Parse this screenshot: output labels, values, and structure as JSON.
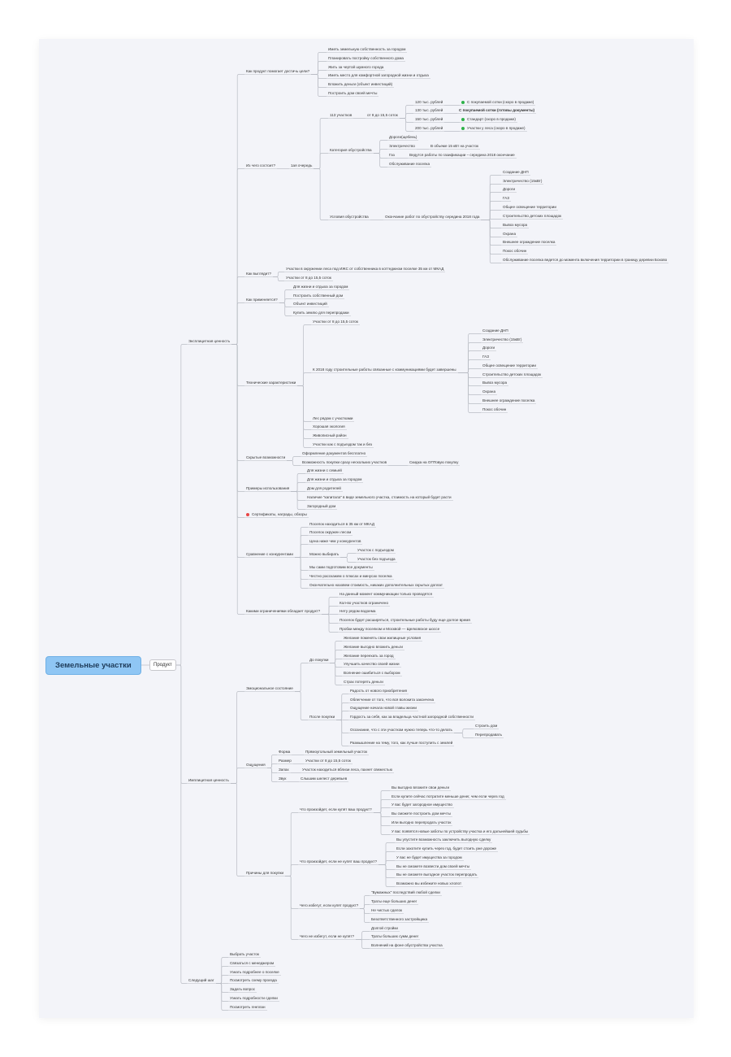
{
  "colors": {
    "background": "#f3f4f9",
    "root_fill": "#8fc6f4",
    "line": "#b9bcc4",
    "green_marker": "#2fb24a",
    "red_marker": "#e84545"
  },
  "root": "Земельные участки",
  "product": "Продукт",
  "n": {
    "b1": "Эксплицитная ценность",
    "b1_1": "Как продукт помогает достичь цели?",
    "b1_1_1": "Иметь земельную собственность за городом",
    "b1_1_2": "Планировать постройку собственного дома",
    "b1_1_3": "Жить за чертой шумного города",
    "b1_1_4": "Иметь место для комфортной загородной жизни и отдыха",
    "b1_1_5": "Вложить деньги (объект инвестиций)",
    "b1_1_6": "Построить дом своей мечты",
    "b1_2": "Из чего состоит?",
    "b1_2_1": "1ая очередь",
    "b1_2_1_1": "113 участков",
    "b1_2_1_1a": "от 8 до 15,5 соток",
    "p120": "120 тыс. рублей",
    "p120d": "С покупаемой сотки (скоро в продаже)",
    "p130": "130 тыс. рублей",
    "p130d": "С покупаемой сотки (готовы документы)",
    "p150": "150 тыс. рублей",
    "p150d": "Стандарт (скоро в продаже)",
    "p200": "200 тыс. рублей",
    "p200d": "Участки у леса (скоро в продаже)",
    "cat": "Категория обустройства",
    "cat_roads": "Дороги(щебень)",
    "cat_el": "Электричество",
    "cat_el_d": "В объеме 15 кВт на участок",
    "cat_gas": "Газ",
    "cat_gas_d": "Ведутся работы по газификации – середина 2018 окончание",
    "cat_serv": "Обслуживание поселка",
    "cond": "Условия обустройства",
    "cond_end": "Окончание работ по обустройству середина 2018 года",
    "c1": "Создание ДНП",
    "c2": "Электричество (15кВт)",
    "c3": "Дороги",
    "c4": "ГАЗ",
    "c5": "Общее освещение территории",
    "c6": "Строительство детских площадок",
    "c7": "Вывоз мусора",
    "c8": "Охрана",
    "c9": "Внешнее ограждение поселка",
    "c10": "Покос обочин",
    "c11": "Обслуживание поселка ведется до момента включения территории в границу деревни Бохово",
    "b1_3": "Как выглядит?",
    "b1_3_1": "Участки в окружении леса под ИЖС от собственника в коттеджном поселке 35 км от МКАД",
    "b1_3_2": "Участки от 8 до 15,5 соток",
    "b1_4": "Как применяется?",
    "b1_4_1": "Для жизни и отдыха за городом",
    "b1_4_2": "Построить собственный дом",
    "b1_4_3": "Объект инвестиций",
    "b1_4_4": "Купить землю для перепродажи",
    "b1_5": "Технические характеристики",
    "b1_5_1": "Участки от 8 до 15,5 соток",
    "b1_5_2": "К 2018 году строительные работы связанные с коммуникациями будет завершены",
    "t1": "Создание ДНП",
    "t2": "Электричество (15кВт)",
    "t3": "Дороги",
    "t4": "ГАЗ",
    "t5": "Общее освещение территории",
    "t6": "Строительство детских площадок",
    "t7": "Вывоз мусора",
    "t8": "Охрана",
    "t9": "Внешнее ограждение поселка",
    "t10": "Покос обочин",
    "b1_5_3": "Лес рядом с участками",
    "b1_5_4": "Хорошая экология",
    "b1_5_5": "Живописный район",
    "b1_5_6": "Участки как с подъездом так и без",
    "b1_6": "Скрытые возможности",
    "b1_6_1": "Оформление документов бесплатно",
    "b1_6_2": "Возможность покупки сразу нескольких участков",
    "b1_6_2a": "Скидка на ОПТовую покупку",
    "b1_7": "Примеры использования",
    "b1_7_1": "Для жизни с семьей",
    "b1_7_2": "Для жизни и отдыха за городом",
    "b1_7_3": "Дом для родителей",
    "b1_7_4": "Наличие \"капитала\" в виде земельного участка, стоимость на который будет расти",
    "b1_7_5": "Загородный дом",
    "b1_8": "Сертификаты, награды, обзоры",
    "b1_9": "Сравнение с конкурентами",
    "b1_9_1": "Поселок находиться в 35 км от МКАД",
    "b1_9_2": "Поселок окружен лесом",
    "b1_9_3": "Цена ниже чем у конкурентов",
    "b1_9_4": "Можно выбирать",
    "b1_9_4a": "Участок с подъездом",
    "b1_9_4b": "Участок без подъезда",
    "b1_9_5": "Мы сами подготовим все документы",
    "b1_9_6": "Честно расскажем о плюсах и минусах поселка",
    "b1_9_7": "Окончательно назовем стоимость, никаких дополнительных скрытых доплат",
    "b1_10": "Какими ограничениями обладает продукт?",
    "b1_10_1": "На данный момент коммуникации только проводятся",
    "b1_10_2": "Кол-во участков ограничено",
    "b1_10_3": "Нету рядом водоема",
    "b1_10_4": "Поселок будет расширяться, строительные работы буду еще долгое время",
    "b1_10_5": "Пробки между поселком и Москвой — Щелковское шоссе",
    "b2": "Имплицитная ценность",
    "b2_1": "Эмоциональное состояние",
    "b2_1_1": "До покупки",
    "e1": "Желание поменять свои жилищные условия",
    "e2": "Желание выгодно вложить деньги",
    "e3": "Желание переехать за город",
    "e4": "Улучшить качество своей жизни",
    "e5": "Волнение ошибиться с выбором",
    "e6": "Страх потерять деньги",
    "b2_1_2": "После покупки",
    "a1": "Радость от нового приобретения",
    "a2": "Облегчение от того, что вся волокита закончена",
    "a3": "Ощущение начала новой главы жизни",
    "a4": "Гордость за себя, как за владельца частной загородной собственности",
    "a5": "Осознание, что с эти участком нужно теперь что-то делать",
    "a5a": "Строить дом",
    "a5b": "Перепродавать",
    "a6": "Размышление на тему, того, как лучше поступить с землей",
    "b2_2": "Ощущения",
    "s1": "Форма",
    "s1a": "Прямоугольный земельный участок",
    "s2": "Размер",
    "s2a": "Участки от 8 до 15,5 соток",
    "s3": "Запах",
    "s3a": "Участок находиться вблизи леса, пахнет свежестью",
    "s4": "Звук",
    "s4a": "Слышим шелест деревьев",
    "b2_3": "Причины для покупки",
    "q1": "Что произойдет, если купят ваш продукт?",
    "q1_1": "Вы выгодно вложите свои деньги",
    "q1_2": "Если купите сейчас потратите меньше денег, чем если через год",
    "q1_3": "У вас будет загородное имущество",
    "q1_4": "Вы сможете построить дом мечты",
    "q1_5": "Или выгодно перепродать участок",
    "q1_6": "У вас появятся новые заботы по устройству участка и его дальнейшей судьбы",
    "q2": "Что произойдет, если не купят ваш продукт?",
    "q2_1": "Вы упустите возможность заключить выгодную сделку",
    "q2_2": "Если захотите купить через год, будет стоить уже дороже",
    "q2_3": "У вас не будет имущества за городом",
    "q2_4": "Вы не сможете возвести дом своей мечты",
    "q2_5": "Вы не сможете выгодное участок перепродать",
    "q2_6": "Возможно вы избежите новых хлопот",
    "q3": "Чего избегут, если купят продукт?",
    "q3_1": "\"Бумажных\" последствий любой сделки",
    "q3_2": "Траты еще больших денег",
    "q3_3": "Не чистых сделок",
    "q3_4": "Безответственного застройщика",
    "q4": "Чего не избегут, если не купят?",
    "q4_1": "Долгой стройки",
    "q4_2": "Траты больших сумм денег",
    "q4_3": "Волнений на фоне обустройства участка",
    "b3": "Следущий шаг",
    "b3_1": "Выбрать участок",
    "b3_2": "Связаться с менеджером",
    "b3_3": "Узнать подробнее о поселке",
    "b3_4": "Посмотреть схему проезда",
    "b3_5": "Задать вопрос",
    "b3_6": "Узнать подробности сделки",
    "b3_7": "Посмотреть генплан"
  }
}
